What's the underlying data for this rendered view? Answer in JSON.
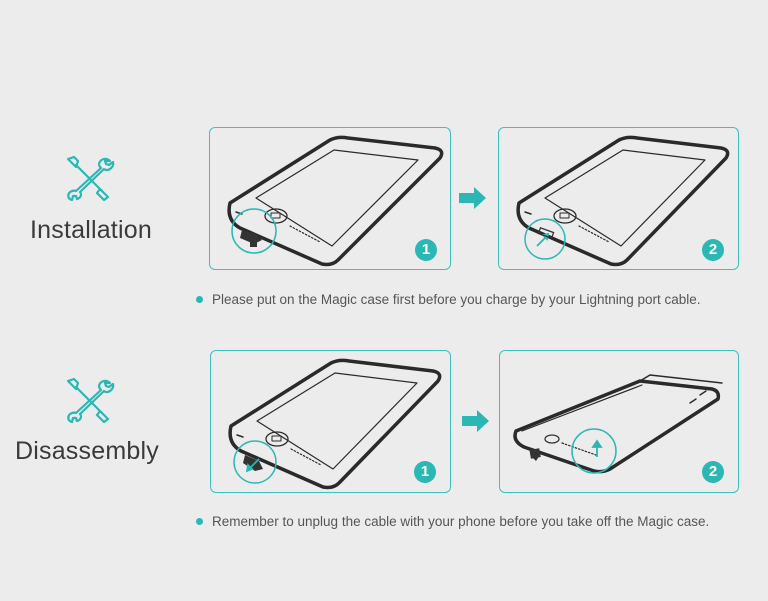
{
  "colors": {
    "accent": "#2bb7b3",
    "panel_border": "#3cc1bc",
    "text": "#3a3a3a",
    "background": "#ececec"
  },
  "installation": {
    "icon": "tools-icon",
    "title": "Installation",
    "steps": [
      {
        "badge": "1"
      },
      {
        "badge": "2"
      }
    ],
    "note": "Please put on the Magic case first before you charge by your Lightning port cable."
  },
  "disassembly": {
    "icon": "tools-icon",
    "title": "Disassembly",
    "steps": [
      {
        "badge": "1"
      },
      {
        "badge": "2"
      }
    ],
    "note": "Remember to unplug the cable with your phone before you take off the Magic case."
  }
}
